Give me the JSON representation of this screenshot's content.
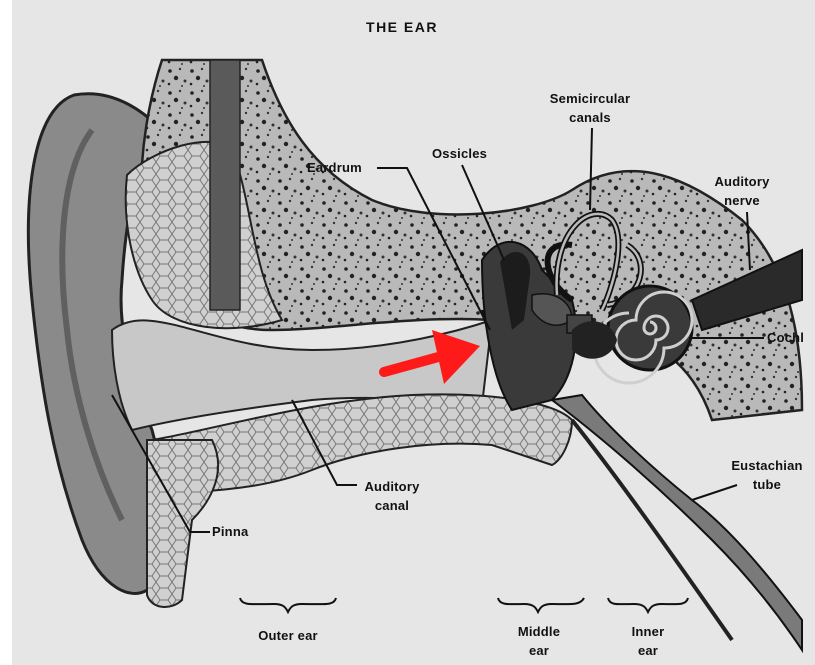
{
  "title": "THE EAR",
  "labels": {
    "semicircular_canals": [
      "Semicircular",
      "canals"
    ],
    "eardrum": "Eardrum",
    "ossicles": "Ossicles",
    "auditory_nerve": [
      "Auditory",
      "nerve"
    ],
    "cochlea": "Cochl",
    "eustachian_tube": [
      "Eustachian",
      "tube"
    ],
    "auditory_canal": [
      "Auditory",
      "canal"
    ],
    "pinna": "Pinna",
    "outer_ear": "Outer ear",
    "middle_ear": [
      "Middle",
      "ear"
    ],
    "inner_ear": [
      "Inner",
      "ear"
    ]
  },
  "colors": {
    "background": "#e6e6e6",
    "bone": "#b9b9b9",
    "skin": "#8a8a8a",
    "canal": "#c8c8c8",
    "ink": "#111111",
    "arrow": "#ff1a1a"
  }
}
